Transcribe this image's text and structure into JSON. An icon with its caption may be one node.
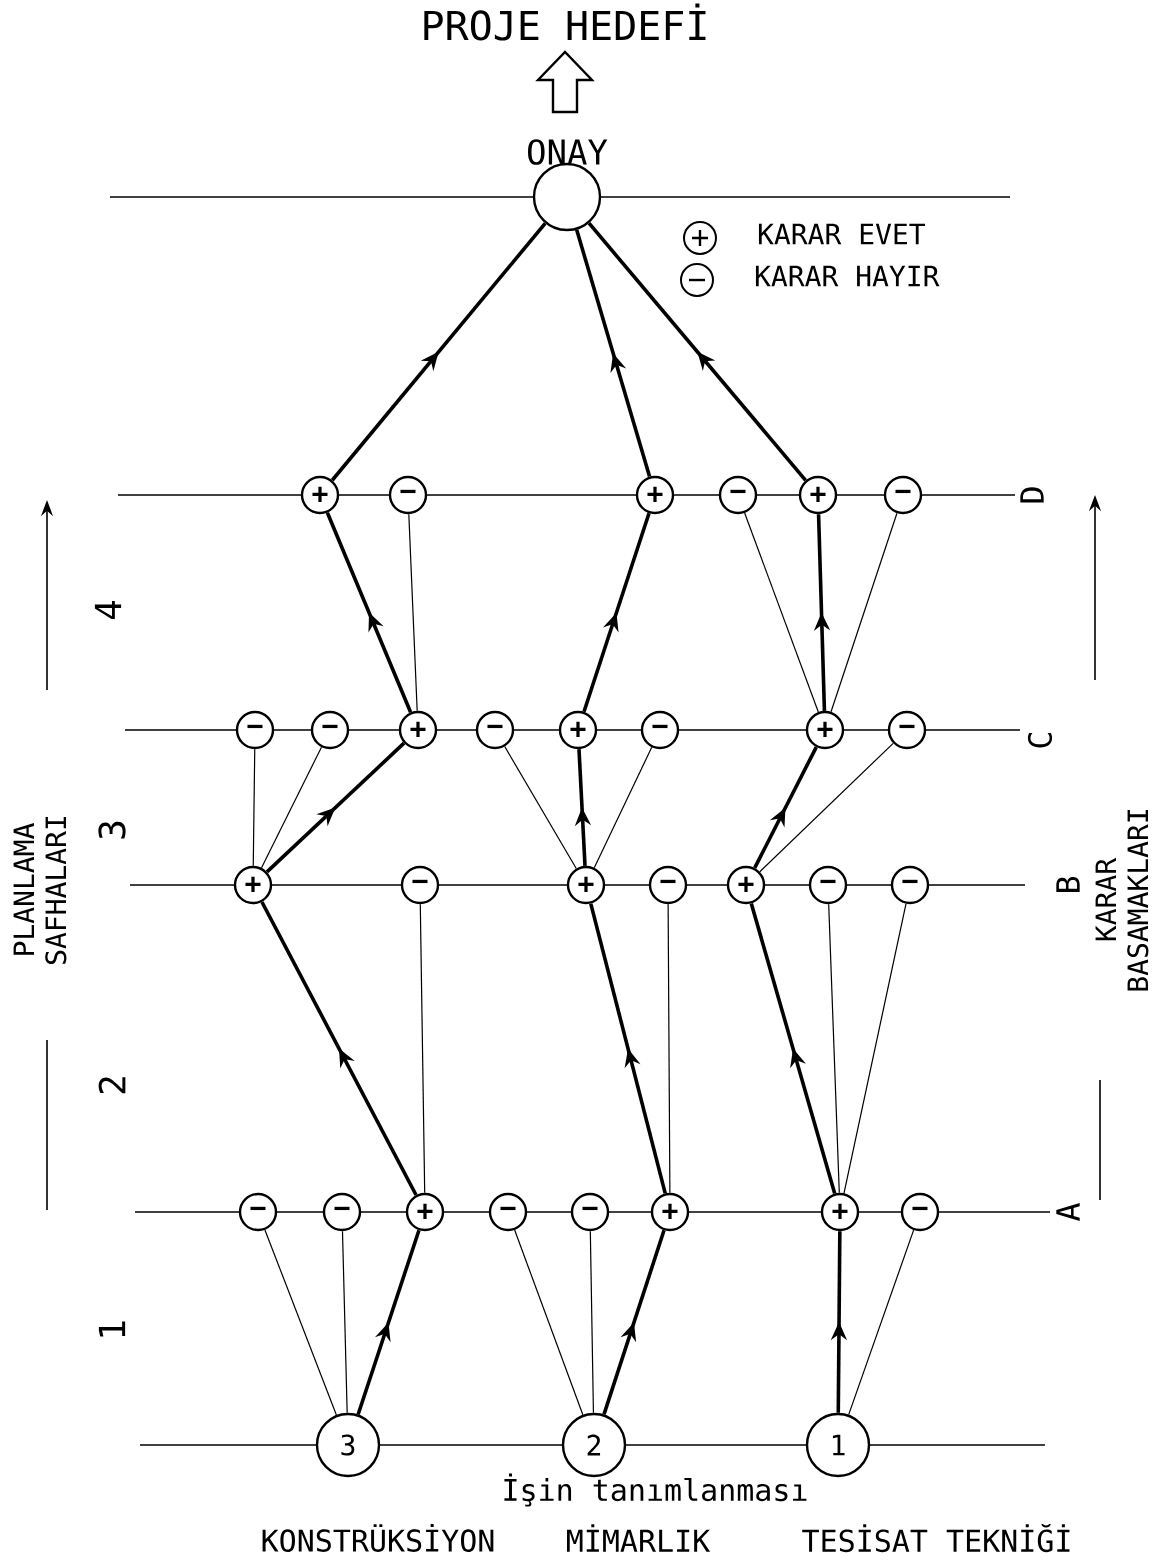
{
  "diagram": {
    "title": "PROJE HEDEFİ",
    "nodes": [
      {
        "text": [
          "ONAY"
        ]
      },
      {
        "text": [
          "+"
        ]
      },
      {
        "text": [
          "−"
        ]
      },
      {
        "text": [
          "+"
        ]
      },
      {
        "text": [
          "−"
        ]
      },
      {
        "text": [
          "+"
        ]
      },
      {
        "text": [
          "−"
        ]
      },
      {
        "text": [
          "−"
        ]
      },
      {
        "text": [
          "−"
        ]
      },
      {
        "text": [
          "+"
        ]
      },
      {
        "text": [
          "−"
        ]
      },
      {
        "text": [
          "+"
        ]
      },
      {
        "text": [
          "−"
        ]
      },
      {
        "text": [
          "+"
        ]
      },
      {
        "text": [
          "−"
        ]
      },
      {
        "text": [
          "+"
        ]
      },
      {
        "text": [
          "−"
        ]
      },
      {
        "text": [
          "+"
        ]
      },
      {
        "text": [
          "−"
        ]
      },
      {
        "text": [
          "+"
        ]
      },
      {
        "text": [
          "−"
        ]
      },
      {
        "text": [
          "−"
        ]
      },
      {
        "text": [
          "−"
        ]
      },
      {
        "text": [
          "−"
        ]
      },
      {
        "text": [
          "+"
        ]
      },
      {
        "text": [
          "−"
        ]
      },
      {
        "text": [
          "−"
        ]
      },
      {
        "text": [
          "+"
        ]
      },
      {
        "text": [
          "+"
        ]
      },
      {
        "text": [
          "−"
        ]
      },
      {
        "text": [
          "3"
        ],
        "beside": [
          "KONSTRÜKSİYON"
        ]
      },
      {
        "text": [
          "2"
        ],
        "beside": [
          "MİMARLIK"
        ]
      },
      {
        "text": [
          "1"
        ],
        "beside": [
          "TESİSAT TEKNİĞİ"
        ]
      }
    ],
    "edges": [
      {
        "from": 30,
        "to": 22,
        "arrow": "none"
      },
      {
        "from": 30,
        "to": 23,
        "arrow": "none"
      },
      {
        "from": 30,
        "to": 24,
        "arrow": "to",
        "style": "thick"
      },
      {
        "from": 31,
        "to": 25,
        "arrow": "none"
      },
      {
        "from": 31,
        "to": 26,
        "arrow": "none"
      },
      {
        "from": 31,
        "to": 27,
        "arrow": "to",
        "style": "thick"
      },
      {
        "from": 32,
        "to": 28,
        "arrow": "to",
        "style": "thick"
      },
      {
        "from": 32,
        "to": 29,
        "arrow": "none"
      },
      {
        "from": 24,
        "to": 15,
        "arrow": "to",
        "style": "thick"
      },
      {
        "from": 24,
        "to": 16,
        "arrow": "none"
      },
      {
        "from": 27,
        "to": 17,
        "arrow": "to",
        "style": "thick"
      },
      {
        "from": 27,
        "to": 18,
        "arrow": "none"
      },
      {
        "from": 28,
        "to": 19,
        "arrow": "to",
        "style": "thick"
      },
      {
        "from": 28,
        "to": 20,
        "arrow": "none"
      },
      {
        "from": 28,
        "to": 21,
        "arrow": "none"
      },
      {
        "from": 15,
        "to": 7,
        "arrow": "none"
      },
      {
        "from": 15,
        "to": 8,
        "arrow": "none"
      },
      {
        "from": 15,
        "to": 9,
        "arrow": "to",
        "style": "thick"
      },
      {
        "from": 17,
        "to": 10,
        "arrow": "none"
      },
      {
        "from": 17,
        "to": 11,
        "arrow": "to",
        "style": "thick"
      },
      {
        "from": 17,
        "to": 12,
        "arrow": "none"
      },
      {
        "from": 19,
        "to": 13,
        "arrow": "to",
        "style": "thick"
      },
      {
        "from": 19,
        "to": 14,
        "arrow": "none"
      },
      {
        "from": 9,
        "to": 1,
        "arrow": "to",
        "style": "thick"
      },
      {
        "from": 9,
        "to": 2,
        "arrow": "none"
      },
      {
        "from": 11,
        "to": 3,
        "arrow": "to",
        "style": "thick"
      },
      {
        "from": 13,
        "to": 4,
        "arrow": "none"
      },
      {
        "from": 13,
        "to": 5,
        "arrow": "to",
        "style": "thick"
      },
      {
        "from": 13,
        "to": 6,
        "arrow": "none"
      },
      {
        "from": 1,
        "to": 0,
        "arrow": "to",
        "style": "thick"
      },
      {
        "from": 3,
        "to": 0,
        "arrow": "to",
        "style": "thick"
      },
      {
        "from": 5,
        "to": 0,
        "arrow": "to",
        "style": "thick"
      }
    ],
    "labels": [
      "4",
      "3",
      "2",
      "1",
      "PLANLAMA SAFHALARI",
      "D",
      "C",
      "B",
      "A",
      "KARAR BASAMAKLARI",
      "İşin tanımlanması"
    ],
    "legend": [
      {
        "text": "KARAR EVET"
      },
      {
        "text": "KARAR HAYIR"
      }
    ]
  }
}
